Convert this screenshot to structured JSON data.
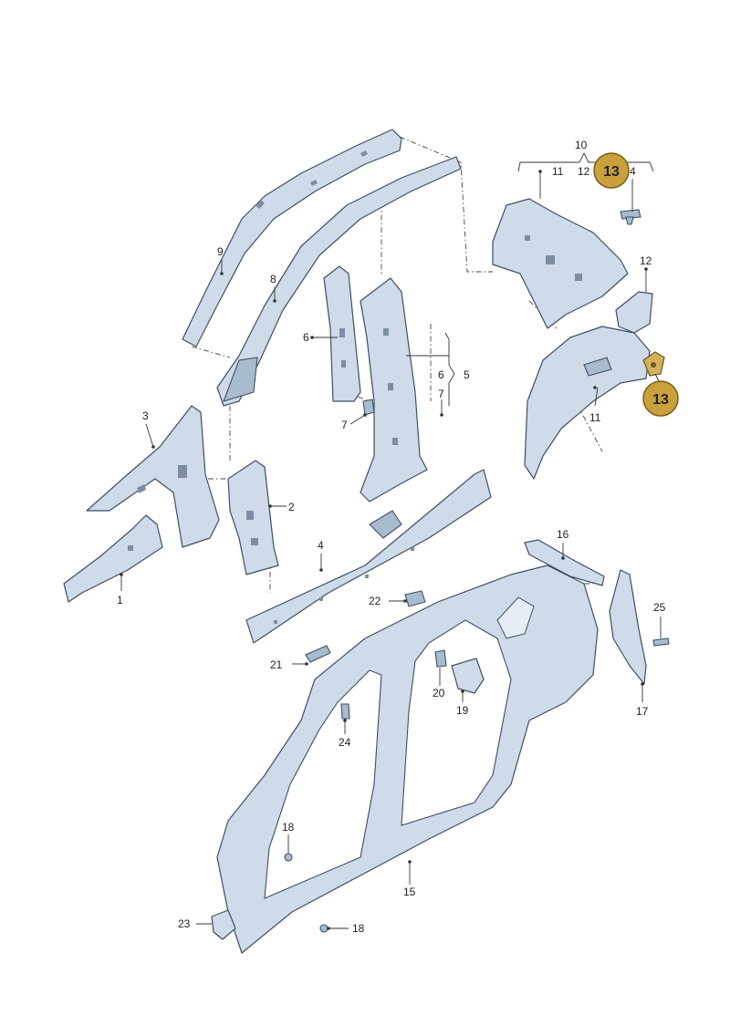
{
  "callouts": {
    "c1": "1",
    "c2": "2",
    "c3": "3",
    "c4": "4",
    "c5": "5",
    "c6a": "6",
    "c6b": "6",
    "c7a": "7",
    "c7b": "7",
    "c8": "8",
    "c9": "9",
    "c10": "10",
    "c11a": "11",
    "c11b": "11",
    "c12a": "12",
    "c12b": "12",
    "c4b": "4",
    "c15": "15",
    "c16": "16",
    "c17": "17",
    "c18a": "18",
    "c18b": "18",
    "c19": "19",
    "c20": "20",
    "c21": "21",
    "c22": "22",
    "c23": "23",
    "c24": "24",
    "c25": "25"
  },
  "badges": {
    "b13a": "13",
    "b13b": "13"
  },
  "colors": {
    "highlight": "#d5b25a",
    "part": "#cfdbe8",
    "outline": "#3e4f63"
  }
}
